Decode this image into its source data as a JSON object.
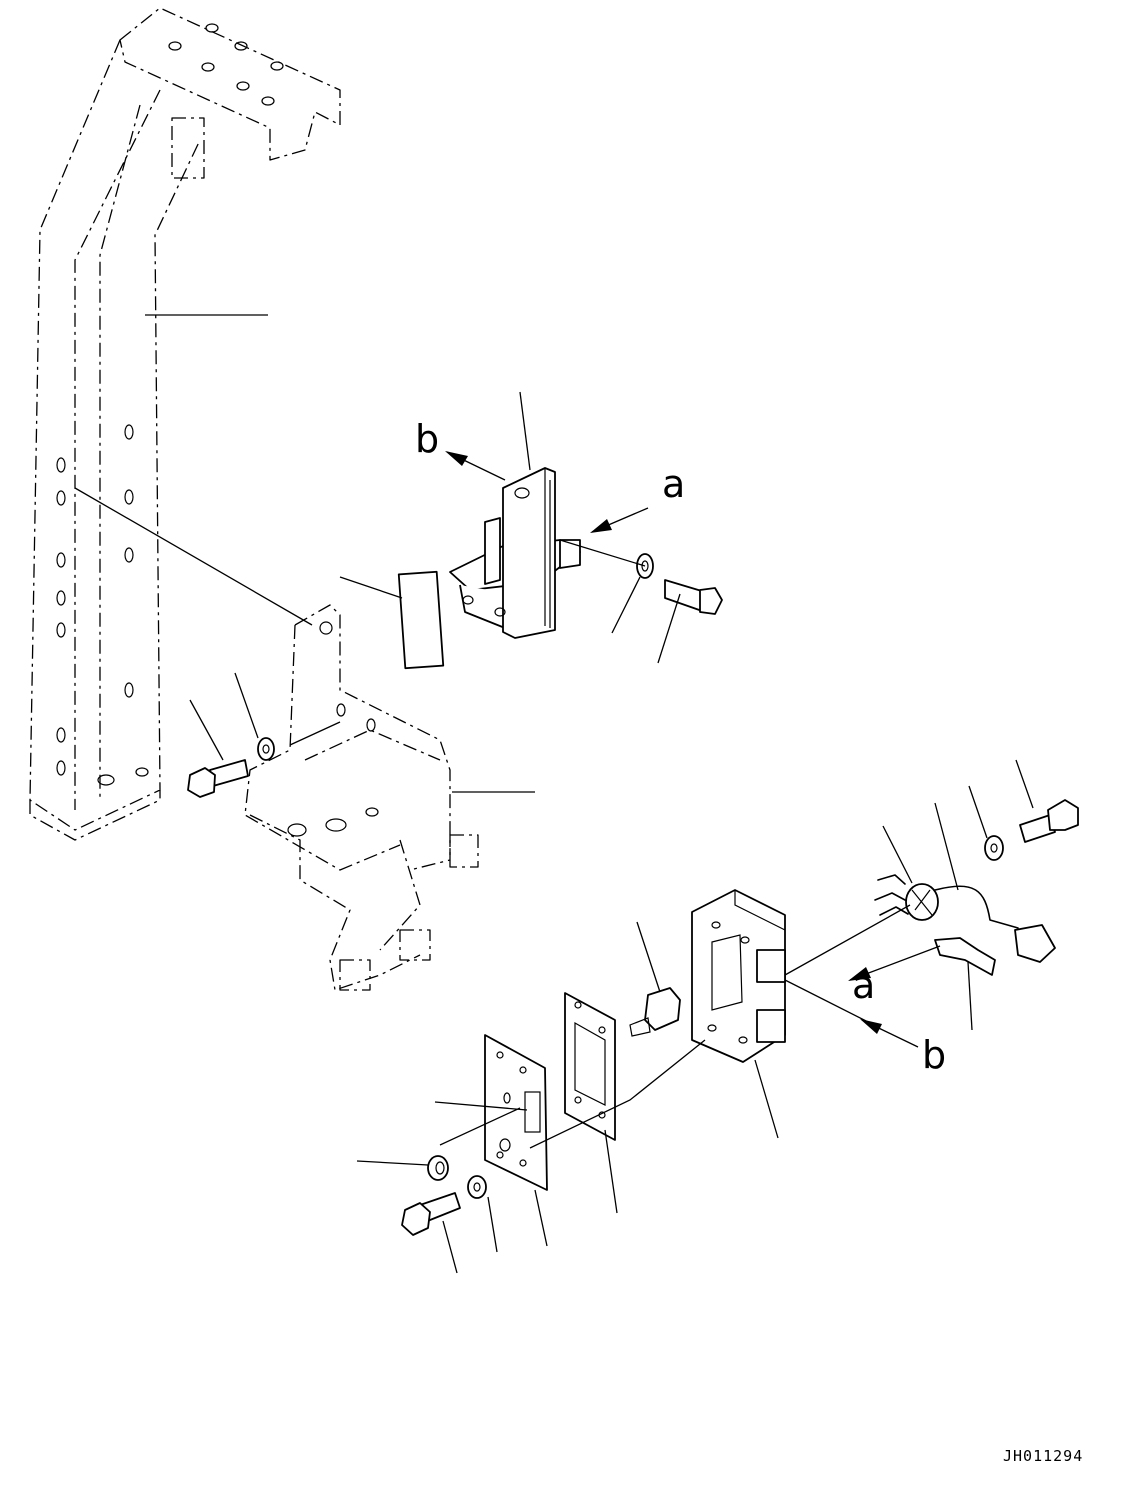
{
  "diagram": {
    "view_labels": {
      "a_upper": "a",
      "b_upper": "b",
      "a_lower": "a",
      "b_lower": "b"
    },
    "drawing_code": "JH011294"
  }
}
